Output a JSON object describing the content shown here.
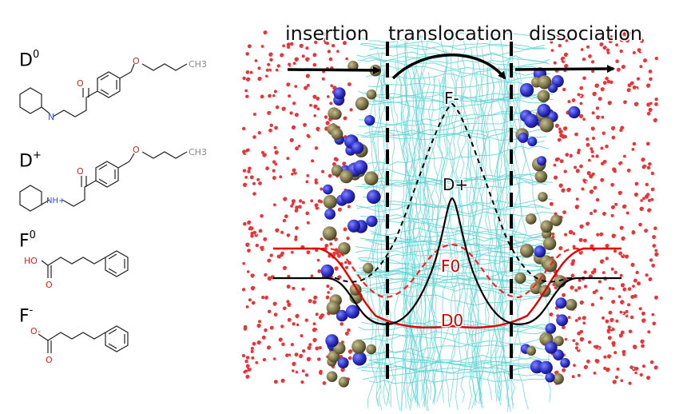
{
  "phases": {
    "insertion": "insertion",
    "translocation": "translocation",
    "dissociation": "dissociation"
  },
  "molecules": [
    {
      "base": "D",
      "charge": "0",
      "atoms": {
        "oxygen_ether": "O",
        "oxygen_carbonyl": "O",
        "nitrogen": "N",
        "terminal": "CH3"
      }
    },
    {
      "base": "D",
      "charge": "+",
      "atoms": {
        "oxygen_ether": "O",
        "oxygen_carbonyl": "O",
        "nitrogen": "NH+",
        "terminal": "CH3"
      }
    },
    {
      "base": "F",
      "charge": "0",
      "atoms": {
        "hydroxyl": "HO",
        "oxygen_carbonyl": "O"
      }
    },
    {
      "base": "F",
      "charge": "-",
      "atoms": {
        "oxygen_anion": "O-",
        "oxygen_carbonyl": "O"
      }
    }
  ],
  "curve_labels": {
    "f_minus": "F-",
    "d_plus": "D+",
    "f_zero": "F0",
    "d_zero": "D0"
  },
  "colors": {
    "water_oxygen": "#e2373a",
    "lipid_tails": "#5fd3d3",
    "phosphate": "#2d2fc4",
    "choline": "#7d7549",
    "neutral_curve": "#d10000",
    "charged_curve": "#000000",
    "heteroatom_red": "#e02020",
    "heteroatom_blue": "#3050e0"
  }
}
